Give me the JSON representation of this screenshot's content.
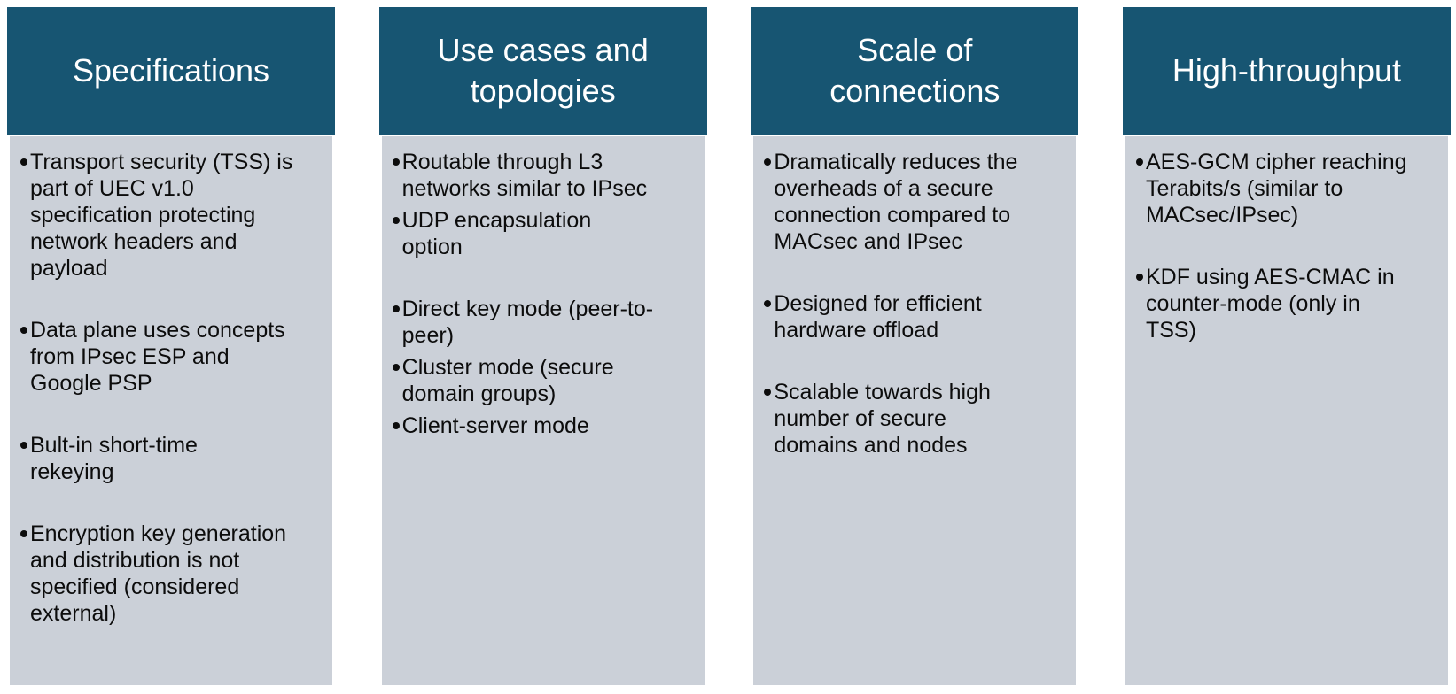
{
  "slide": {
    "colors": {
      "slide_background": "#ffffff",
      "header_background": "#175572",
      "header_text": "#ffffff",
      "body_background": "#cbd0d8",
      "body_text": "#0c0c0c"
    },
    "columns": [
      {
        "id": "specifications",
        "title": "Specifications",
        "groups": [
          [
            "Transport security (TSS) is\npart of UEC v1.0\nspecification protecting\nnetwork headers and\npayload"
          ],
          [
            "Data plane uses concepts\nfrom IPsec ESP and\nGoogle PSP"
          ],
          [
            "Bult-in short-time\nrekeying"
          ],
          [
            "Encryption key generation\nand distribution is not\nspecified (considered\nexternal)"
          ]
        ]
      },
      {
        "id": "use-cases-and-topologies",
        "title": "Use cases and\ntopologies",
        "groups": [
          [
            "Routable through L3\nnetworks similar to IPsec",
            "UDP encapsulation\noption"
          ],
          [
            "Direct key mode (peer-to-\npeer)",
            "Cluster mode (secure\ndomain groups)",
            "Client-server mode"
          ]
        ]
      },
      {
        "id": "scale-of-connections",
        "title": "Scale of\nconnections",
        "groups": [
          [
            "Dramatically reduces the\noverheads of a secure\nconnection compared to\nMACsec and IPsec"
          ],
          [
            "Designed for efficient\nhardware offload"
          ],
          [
            "Scalable towards high\nnumber of secure\ndomains and nodes"
          ]
        ]
      },
      {
        "id": "high-throughput",
        "title": "High-throughput",
        "groups": [
          [
            "AES-GCM cipher reaching\nTerabits/s (similar to\nMACsec/IPsec)"
          ],
          [
            "KDF using AES-CMAC in\ncounter-mode (only in\nTSS)"
          ]
        ]
      }
    ]
  }
}
